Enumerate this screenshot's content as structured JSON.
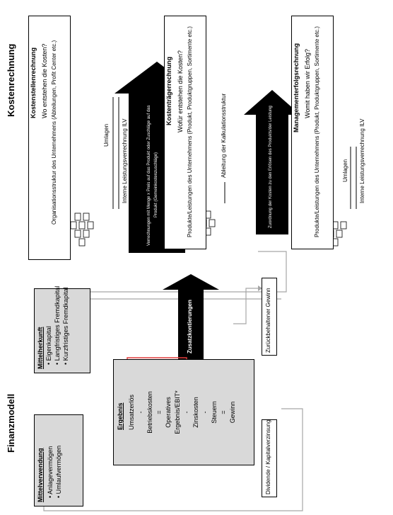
{
  "kostenrechnung": {
    "title": "Kostenrechnung",
    "kostenstellen": {
      "title": "Kostenstellenrechnung",
      "question": "Wo entstehen die Kosten?",
      "detail": "Organisationsstruktur des Unternehmens (Abteilungen, Profit Center etc.)",
      "umlagen": "Umlagen",
      "ilv": "Interne Leistungsverrechnung ILV"
    },
    "arrow1": {
      "line1": "Verrechnungen mit Menge x Preis auf das Produkt oder Zuschläge auf das",
      "line2": "Produkt (Gemeinkostenzuschläge)"
    },
    "kostentraeger": {
      "title": "Kostenträgerrechnung",
      "question": "Wofür entstehen die Kosten?",
      "detail": "Produkte/Leistungen des Unternehmens (Produkt, Produktgruppen, Sortimente etc.)",
      "ableitung": "Ableitung der Kalkulationsstruktur"
    },
    "arrow2": {
      "line1": "Zuordnung der Kosten zu den Erlösen des Produkts/der Leistung"
    },
    "management": {
      "title": "Managementerfolgsrechnung",
      "question": "Womit haben wir Erfolg?",
      "detail": "Produkte/Leistungen des Unternehmens (Produkt, Produktgruppen, Sortimente etc.)",
      "umlagen": "Umlagen",
      "ilv": "Interne Leistungsverrechnung ILV"
    }
  },
  "finanzmodell": {
    "title": "Finanzmodell",
    "mittelverwendung": {
      "title": "Mittelverwendung",
      "items": [
        "Anlagevermögen",
        "Umlaufvermögen"
      ]
    },
    "mittelherkunft": {
      "title": "Mittelherkunft",
      "items": [
        "Eigenkapital",
        "Langfristiges Fremdkapital",
        "Kurzfristiges Fremdkapital"
      ]
    },
    "ergebnis": {
      "title": "Ergebnis",
      "lines": [
        "Umsatzerlös",
        "-",
        "Betriebskosten",
        "=",
        "Operatives",
        "Ergebnis/EBIT*",
        "-",
        "Zinskosten",
        "-",
        "Steuern",
        "=",
        "Gewinn"
      ]
    },
    "zusatz": "Zusatzkontierungen",
    "dividende": "Dividende / Kapitalverzinsung",
    "gewinn_rueck": "Zurückbehaltener Gewinn"
  },
  "colors": {
    "gray": "#d9d9d9",
    "red": "#e03b3b",
    "arrow": "#000000",
    "connector": "#a6a6a6"
  }
}
